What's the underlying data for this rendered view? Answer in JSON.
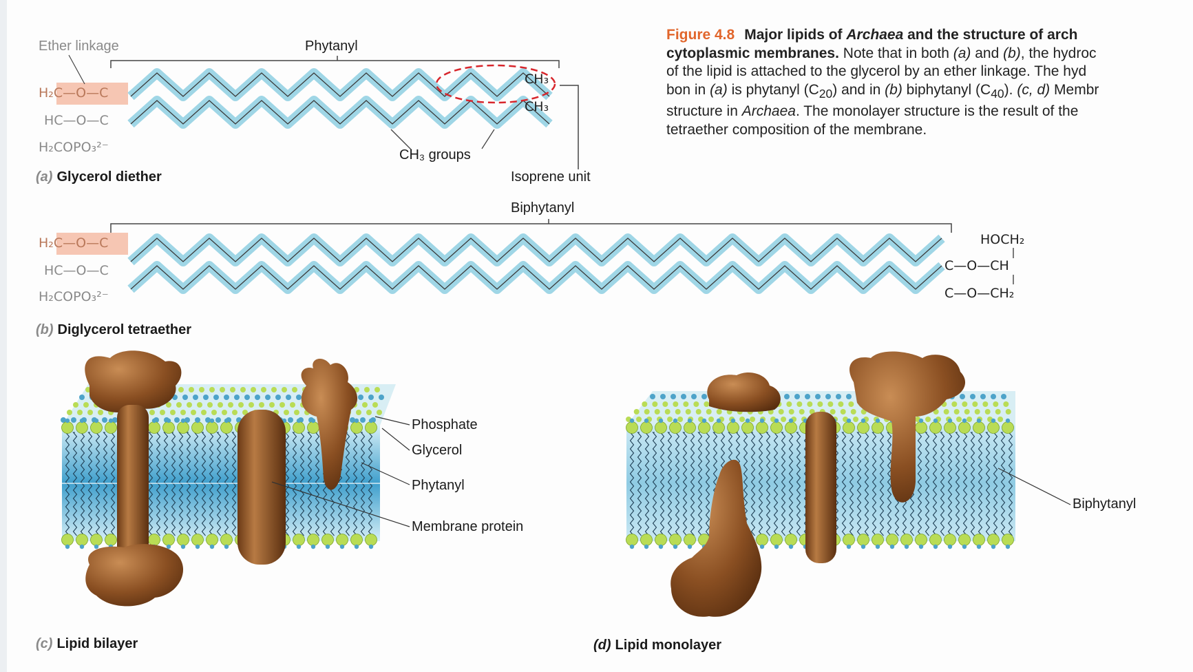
{
  "figure": {
    "number": "Figure 4.8",
    "caption_lines": [
      [
        "Major lipids of ",
        "Archaea",
        " and the structure of arch"
      ],
      [
        "cytoplasmic membranes.",
        " Note that in both ",
        "(a)",
        " and ",
        "(b)",
        ", the hydroc"
      ],
      [
        "of the lipid is attached to the glycerol by an ether linkage. The hyd"
      ],
      [
        "bon in ",
        "(a)",
        " is phytanyl (C",
        "20",
        ") and in ",
        "(b)",
        " biphytanyl (C",
        "40",
        "). ",
        "(c, d)",
        " Membr"
      ],
      [
        "structure in ",
        "Archaea",
        ". The monolayer structure is the result of the"
      ],
      [
        "tetraether composition of the membrane."
      ]
    ]
  },
  "panel_a": {
    "letter": "(a)",
    "title": "Glycerol diether",
    "ether_linkage": "Ether linkage",
    "phytanyl": "Phytanyl",
    "row1": "H₂C—O—C",
    "row2": "HC—O—C",
    "row3": "H₂COPO₃²⁻",
    "ch3_top": "CH₃",
    "ch3_bottom": "CH₃",
    "ch3_groups": "CH₃ groups",
    "isoprene_unit": "Isoprene unit"
  },
  "panel_b": {
    "letter": "(b)",
    "title": "Diglycerol tetraether",
    "biphytanyl": "Biphytanyl",
    "row1": "H₂C—O—C",
    "row2": "HC—O—C",
    "row3": "H₂COPO₃²⁻",
    "right_top": "HOCH₂",
    "right_mid": "C—O—CH",
    "right_bottom": "C—O—CH₂"
  },
  "panel_c": {
    "letter": "(c)",
    "title": "Lipid bilayer",
    "phosphate": "Phosphate",
    "glycerol": "Glycerol",
    "phytanyl": "Phytanyl",
    "membrane_protein": "Membrane protein"
  },
  "panel_d": {
    "letter": "(d)",
    "title": "Lipid monolayer",
    "biphytanyl": "Biphytanyl"
  },
  "colors": {
    "chain_blue": "#9fd6e6",
    "glycerol_pink": "#f6c6b3",
    "head_green": "#b9dc55",
    "head_blue": "#4da3c9",
    "protein_brown": "#8a4f22",
    "caption_orange": "#e1662c",
    "dashed_red": "#d7262c"
  }
}
